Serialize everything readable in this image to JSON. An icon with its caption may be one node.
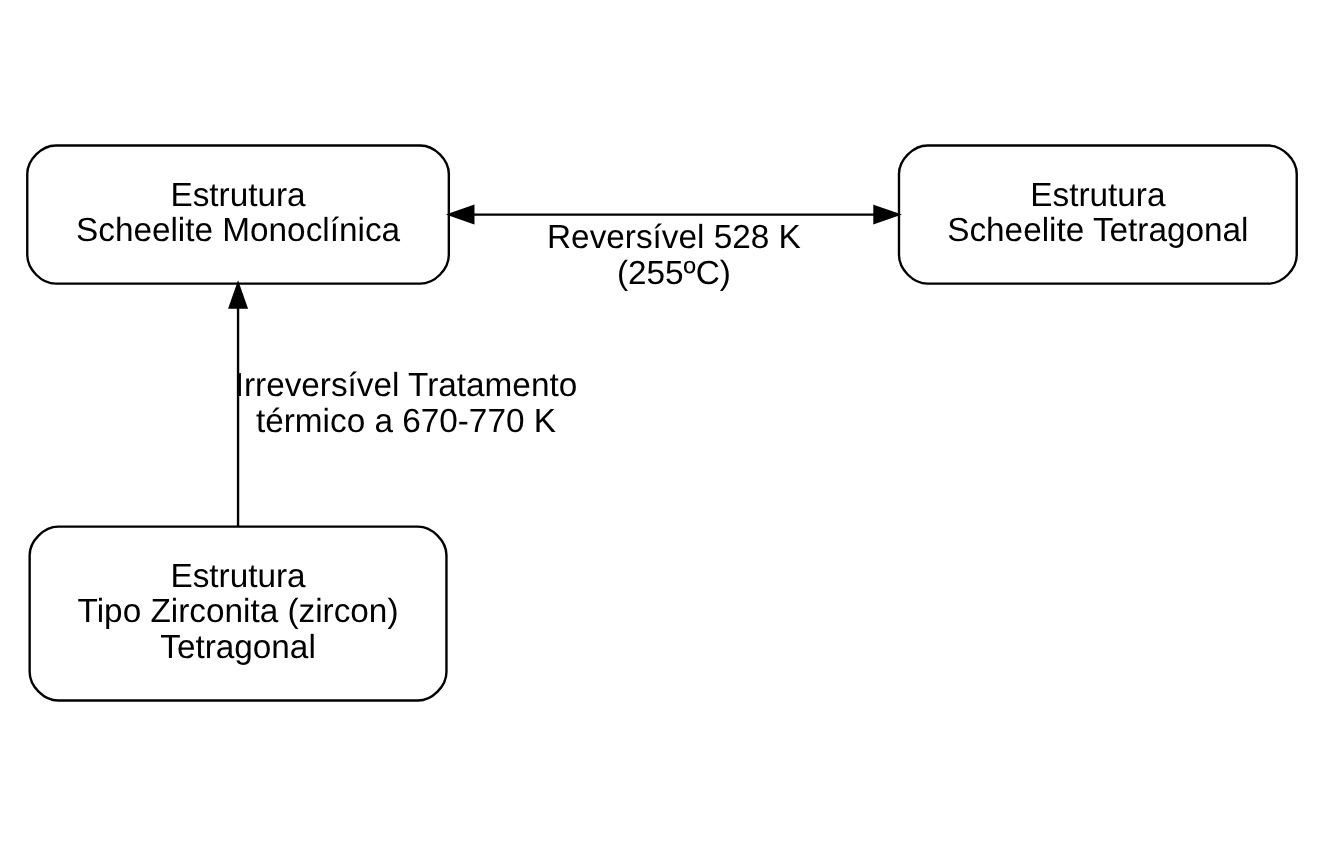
{
  "diagram": {
    "nodes": [
      {
        "text": [
          "Estrutura",
          "Scheelite Monoclínica"
        ]
      },
      {
        "text": [
          "Estrutura",
          "Scheelite Tetragonal"
        ]
      },
      {
        "text": [
          "Estrutura",
          "Tipo Zirconita (zircon) Tetragonal"
        ]
      }
    ],
    "edges": [
      {
        "from": 0,
        "to": 1,
        "arrow": "both",
        "label": "Reversível 528 K (255ºC)"
      },
      {
        "from": 2,
        "to": 0,
        "arrow": "to",
        "label": "Irreversível Tratamento térmico a 670-770 K"
      }
    ]
  }
}
